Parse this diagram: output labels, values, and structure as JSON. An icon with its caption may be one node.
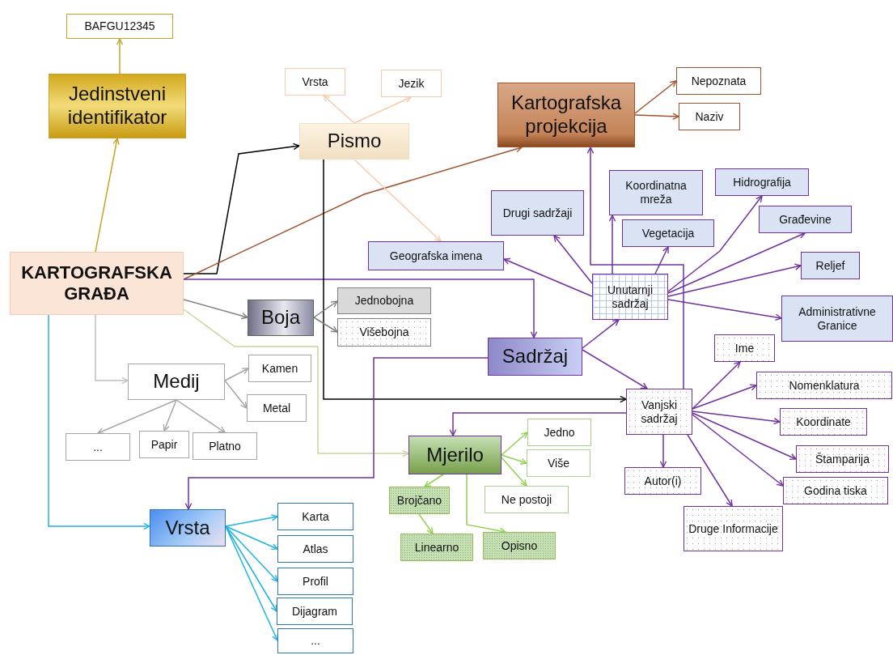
{
  "diagram": {
    "nodes": [
      {
        "text": [
          "BAFGU12345"
        ]
      },
      {
        "text": [
          "Jedinstveni identifikator"
        ]
      },
      {
        "text": [
          "Vrsta"
        ]
      },
      {
        "text": [
          "Jezik"
        ]
      },
      {
        "text": [
          "Pismo"
        ]
      },
      {
        "text": [
          "Kartografska projekcija"
        ]
      },
      {
        "text": [
          "Nepoznata"
        ]
      },
      {
        "text": [
          "Naziv"
        ]
      },
      {
        "text": [
          "Drugi sadržaji"
        ]
      },
      {
        "text": [
          "Koordinatna mreža"
        ]
      },
      {
        "text": [
          "Hidrografija"
        ]
      },
      {
        "text": [
          "Građevine"
        ]
      },
      {
        "text": [
          "Vegetacija"
        ]
      },
      {
        "text": [
          "Geografska imena"
        ]
      },
      {
        "text": [
          "Reljef"
        ]
      },
      {
        "text": [
          "KARTOGRAFSKA GRAĐA"
        ]
      },
      {
        "text": [
          "Unutarnji sadržaj"
        ]
      },
      {
        "text": [
          "Administrativne Granice"
        ]
      },
      {
        "text": [
          "Jednobojna"
        ]
      },
      {
        "text": [
          "Boja"
        ]
      },
      {
        "text": [
          "Višebojna"
        ]
      },
      {
        "text": [
          "Sadržaj"
        ]
      },
      {
        "text": [
          "Ime"
        ]
      },
      {
        "text": [
          "Medij"
        ]
      },
      {
        "text": [
          "Kamen"
        ]
      },
      {
        "text": [
          "Nomenklatura"
        ]
      },
      {
        "text": [
          "Metal"
        ]
      },
      {
        "text": [
          "Vanjski sadržaj"
        ]
      },
      {
        "text": [
          "Koordinate"
        ]
      },
      {
        "text": [
          "..."
        ]
      },
      {
        "text": [
          "Papir"
        ]
      },
      {
        "text": [
          "Platno"
        ]
      },
      {
        "text": [
          "Mjerilo"
        ]
      },
      {
        "text": [
          "Jedno"
        ]
      },
      {
        "text": [
          "Više"
        ]
      },
      {
        "text": [
          "Štamparija"
        ]
      },
      {
        "text": [
          "Autor(i)"
        ]
      },
      {
        "text": [
          "Brojčano"
        ]
      },
      {
        "text": [
          "Ne postoji"
        ]
      },
      {
        "text": [
          "Godina tiska"
        ]
      },
      {
        "text": [
          "Vrsta"
        ]
      },
      {
        "text": [
          "Karta"
        ]
      },
      {
        "text": [
          "Linearno"
        ]
      },
      {
        "text": [
          "Opisno"
        ]
      },
      {
        "text": [
          "Druge Informacije"
        ]
      },
      {
        "text": [
          "Atlas"
        ]
      },
      {
        "text": [
          "Profil"
        ]
      },
      {
        "text": [
          "Dijagram"
        ]
      },
      {
        "text": [
          "..."
        ]
      }
    ],
    "edges": [
      {
        "from": 1,
        "to": 0,
        "arrow": "to",
        "color": "#c9a227"
      },
      {
        "from": 15,
        "to": 1,
        "arrow": "to",
        "color": "#c9a227"
      },
      {
        "from": 15,
        "to": 4,
        "arrow": "to",
        "color": "#000000"
      },
      {
        "from": 15,
        "to": 5,
        "arrow": "to",
        "color": "#a0522d"
      },
      {
        "from": 15,
        "to": 21,
        "arrow": "to"
      },
      {
        "from": 15,
        "to": 19,
        "arrow": "to",
        "color": "#808080"
      },
      {
        "from": 15,
        "to": 23,
        "arrow": "to",
        "color": "#c0c0c0"
      },
      {
        "from": 15,
        "to": 32,
        "arrow": "to",
        "color": "#c4d79b"
      },
      {
        "from": 15,
        "to": 40,
        "arrow": "to",
        "color": "#1fb3e0"
      },
      {
        "from": 4,
        "to": 2,
        "arrow": "to",
        "color": "#f8cbad"
      },
      {
        "from": 4,
        "to": 3,
        "arrow": "to",
        "color": "#f8cbad"
      },
      {
        "from": 4,
        "to": 13,
        "arrow": "to",
        "color": "#f8cbad"
      },
      {
        "from": 4,
        "to": 27,
        "arrow": "to",
        "color": "#000000"
      },
      {
        "from": 5,
        "to": 6,
        "arrow": "to",
        "color": "#a0522d"
      },
      {
        "from": 5,
        "to": 7,
        "arrow": "to",
        "color": "#a0522d"
      },
      {
        "from": 21,
        "to": 16,
        "arrow": "to"
      },
      {
        "from": 21,
        "to": 27,
        "arrow": "to"
      },
      {
        "from": 21,
        "to": 40,
        "arrow": "to"
      },
      {
        "from": 16,
        "to": 13,
        "arrow": "to"
      },
      {
        "from": 16,
        "to": 8,
        "arrow": "to"
      },
      {
        "from": 16,
        "to": 9,
        "arrow": "to"
      },
      {
        "from": 16,
        "to": 12,
        "arrow": "to"
      },
      {
        "from": 16,
        "to": 10,
        "arrow": "to"
      },
      {
        "from": 16,
        "to": 11,
        "arrow": "to"
      },
      {
        "from": 16,
        "to": 14,
        "arrow": "to"
      },
      {
        "from": 16,
        "to": 17,
        "arrow": "to"
      },
      {
        "from": 27,
        "to": 5,
        "arrow": "to"
      },
      {
        "from": 27,
        "to": 32,
        "arrow": "to"
      },
      {
        "from": 27,
        "to": 22,
        "arrow": "to"
      },
      {
        "from": 27,
        "to": 25,
        "arrow": "to"
      },
      {
        "from": 27,
        "to": 28,
        "arrow": "to"
      },
      {
        "from": 27,
        "to": 35,
        "arrow": "to"
      },
      {
        "from": 27,
        "to": 39,
        "arrow": "to"
      },
      {
        "from": 27,
        "to": 44,
        "arrow": "to"
      },
      {
        "from": 27,
        "to": 36,
        "arrow": "to"
      },
      {
        "from": 19,
        "to": 18,
        "arrow": "to",
        "color": "#808080"
      },
      {
        "from": 19,
        "to": 20,
        "arrow": "to",
        "color": "#808080"
      },
      {
        "from": 23,
        "to": 24,
        "arrow": "to",
        "color": "#a6a6a6"
      },
      {
        "from": 23,
        "to": 26,
        "arrow": "to",
        "color": "#a6a6a6"
      },
      {
        "from": 23,
        "to": 29,
        "arrow": "to",
        "color": "#a6a6a6"
      },
      {
        "from": 23,
        "to": 30,
        "arrow": "to",
        "color": "#a6a6a6"
      },
      {
        "from": 23,
        "to": 31,
        "arrow": "to",
        "color": "#a6a6a6"
      },
      {
        "from": 32,
        "to": 33,
        "arrow": "to",
        "color": "#92d050"
      },
      {
        "from": 32,
        "to": 34,
        "arrow": "to",
        "color": "#92d050"
      },
      {
        "from": 32,
        "to": 38,
        "arrow": "to",
        "color": "#92d050"
      },
      {
        "from": 32,
        "to": 37,
        "arrow": "to",
        "color": "#92d050"
      },
      {
        "from": 37,
        "to": 42,
        "arrow": "to",
        "color": "#92d050"
      },
      {
        "from": 32,
        "to": 43,
        "arrow": "to",
        "color": "#92d050"
      },
      {
        "from": 40,
        "to": 41,
        "arrow": "to",
        "color": "#1fb3e0"
      },
      {
        "from": 40,
        "to": 45,
        "arrow": "to",
        "color": "#1fb3e0"
      },
      {
        "from": 40,
        "to": 46,
        "arrow": "to",
        "color": "#1fb3e0"
      },
      {
        "from": 40,
        "to": 47,
        "arrow": "to",
        "color": "#1fb3e0"
      },
      {
        "from": 40,
        "to": 48,
        "arrow": "to",
        "color": "#1fb3e0"
      }
    ]
  }
}
